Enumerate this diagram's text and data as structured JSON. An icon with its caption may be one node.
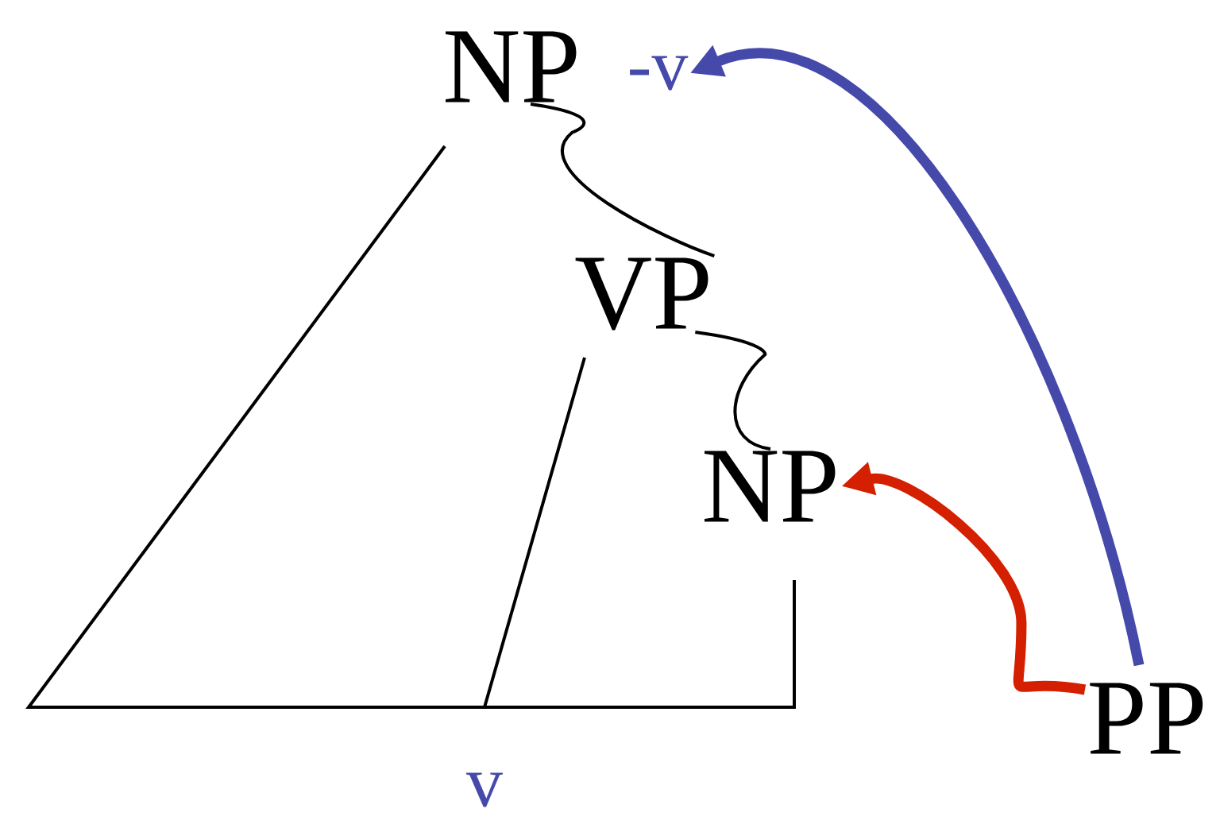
{
  "diagram": {
    "nodes": [
      {
        "text": [
          "NP"
        ]
      },
      {
        "text": [
          "-v"
        ]
      },
      {
        "text": [
          "VP"
        ]
      },
      {
        "text": [
          "NP"
        ]
      },
      {
        "text": [
          "PP"
        ]
      }
    ],
    "edges": [
      {
        "from": 0,
        "to": 2,
        "arrow": "none"
      },
      {
        "from": 2,
        "to": 3,
        "arrow": "none"
      },
      {
        "from": 4,
        "to": 3,
        "arrow": "to",
        "style": "thick",
        "color": "#d42000"
      },
      {
        "from": 4,
        "to": 1,
        "arrow": "to",
        "style": "thick",
        "color": "#4549aa"
      }
    ],
    "labels": [
      "v"
    ]
  }
}
